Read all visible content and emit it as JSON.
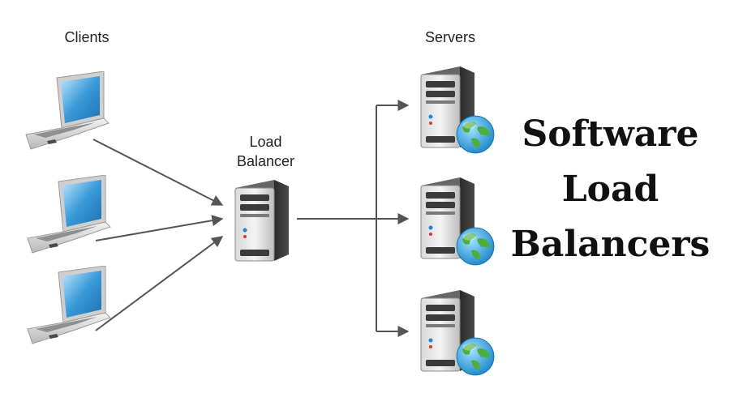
{
  "diagram": {
    "clients_label": "Clients",
    "servers_label": "Servers",
    "load_balancer_label_line1": "Load",
    "load_balancer_label_line2": "Balancer",
    "title_line1": "Software",
    "title_line2": "Load",
    "title_line3": "Balancers",
    "clients": [
      {
        "icon": "laptop-icon"
      },
      {
        "icon": "laptop-icon"
      },
      {
        "icon": "laptop-icon"
      }
    ],
    "servers": [
      {
        "icon": "server-globe-icon"
      },
      {
        "icon": "server-globe-icon"
      },
      {
        "icon": "server-globe-icon"
      }
    ],
    "load_balancer": {
      "icon": "server-icon"
    },
    "colors": {
      "arrow": "#555555",
      "server_body": "#3a3a3a",
      "screen": "#3a9ad9",
      "globe_ocean": "#3aa6dd",
      "globe_land": "#4caf3a",
      "title_text": "#111111"
    }
  }
}
